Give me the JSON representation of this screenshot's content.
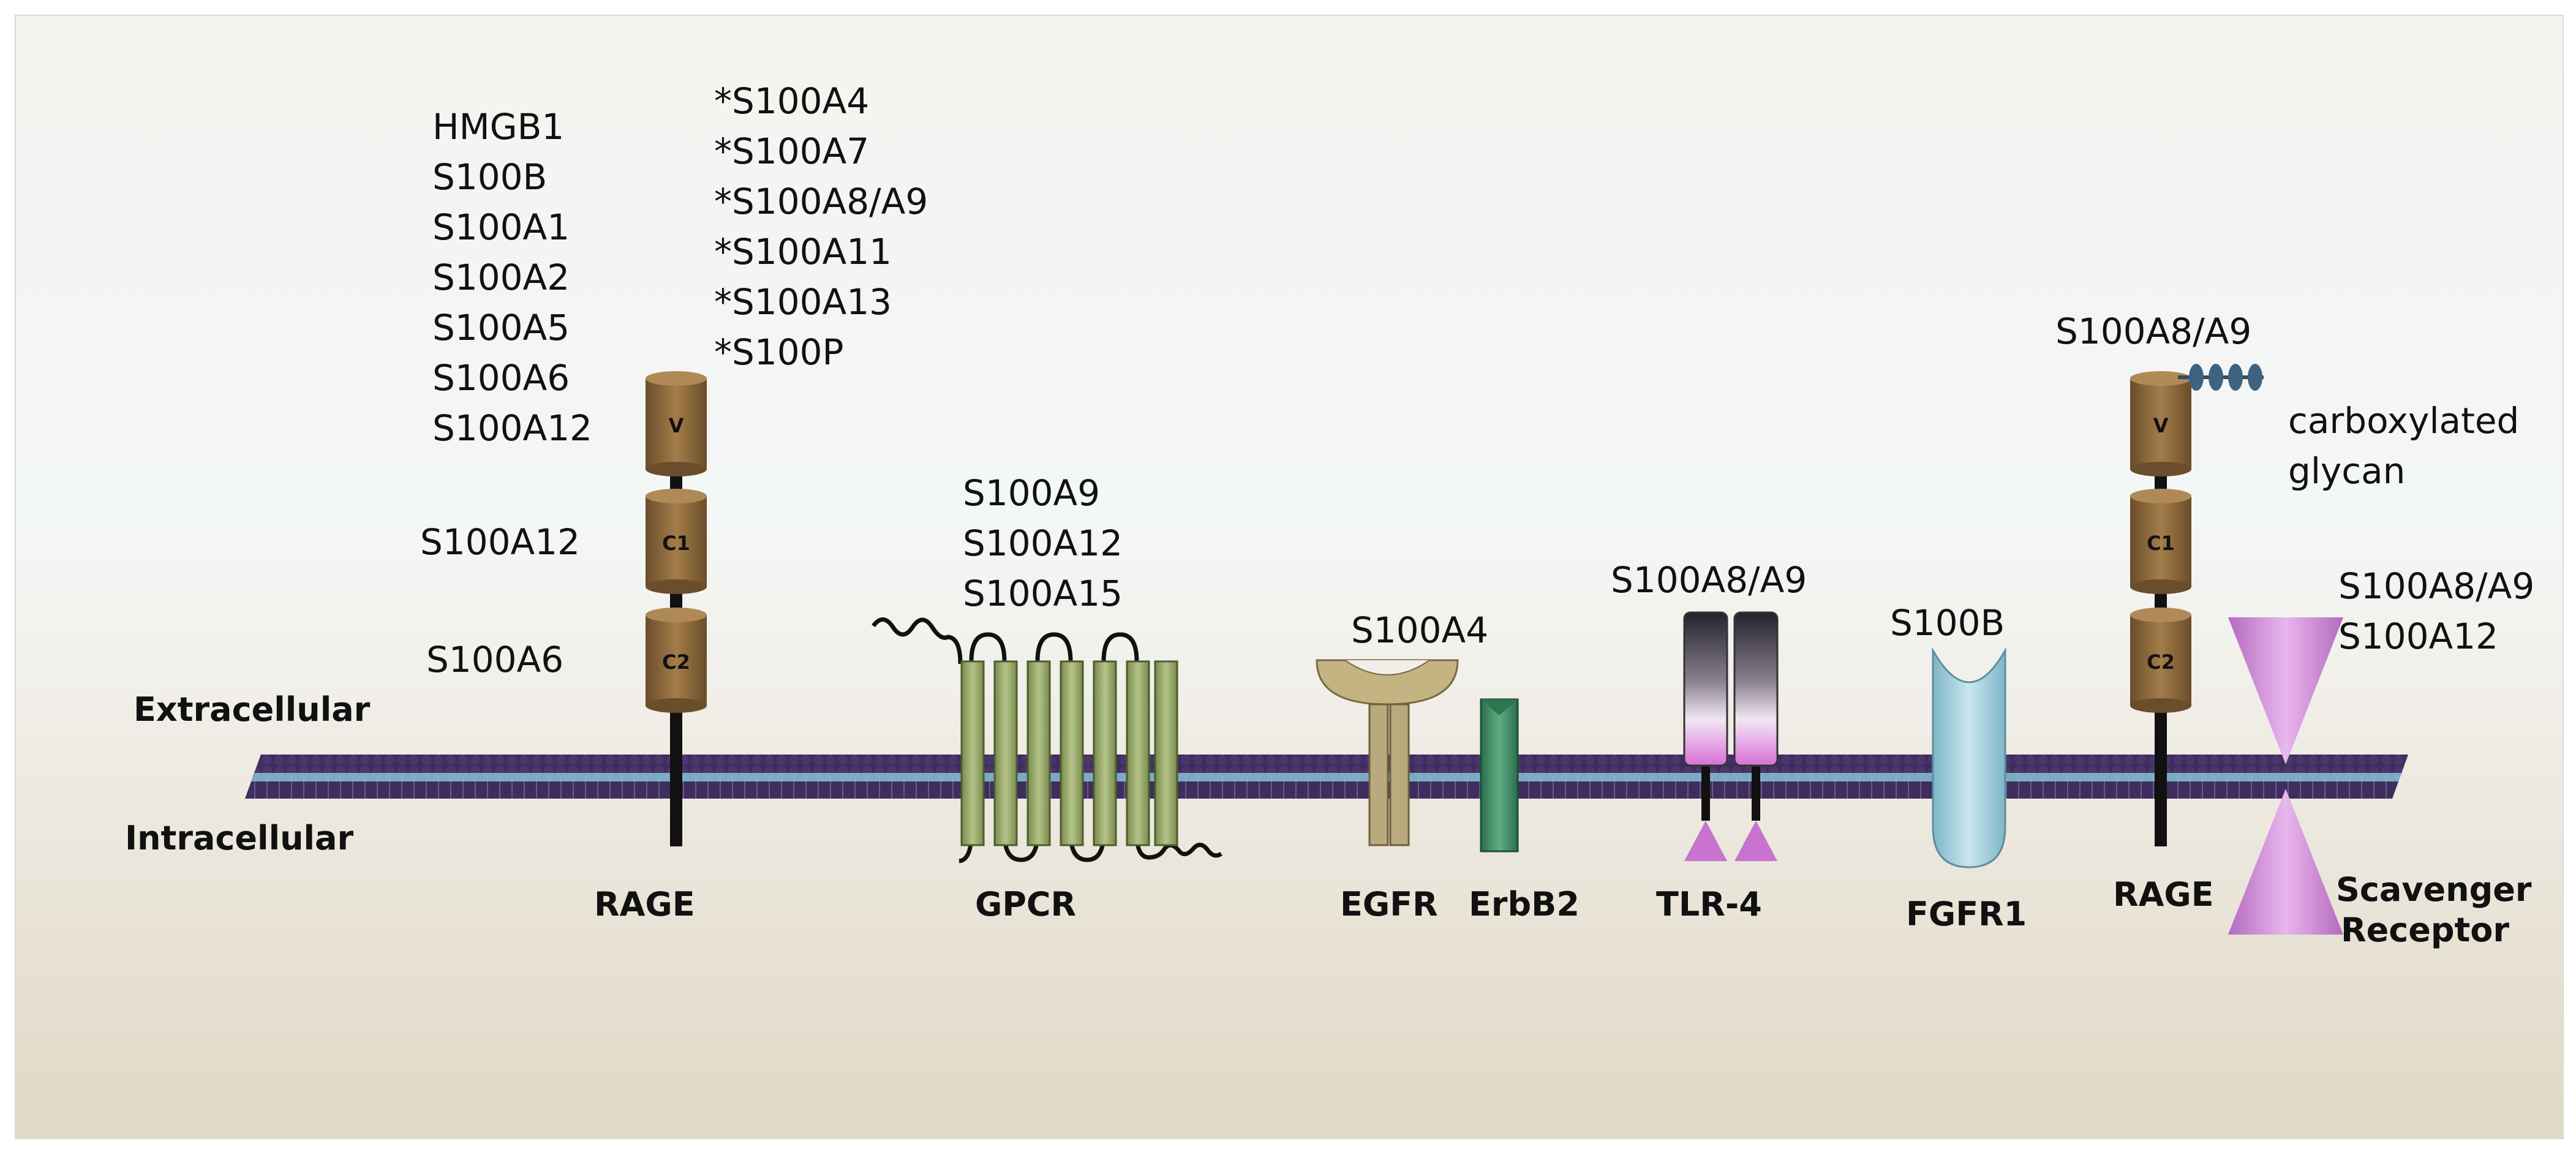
{
  "labels": {
    "extracellular": "Extracellular",
    "intracellular": "Intracellular",
    "carboxylated_glycan": [
      "carboxylated",
      "glycan"
    ]
  },
  "receptors": {
    "rage_left": {
      "name": "RAGE",
      "domains": [
        "V",
        "C1",
        "C2"
      ],
      "ligands_v": [
        "HMGB1",
        "S100B",
        "S100A1",
        "S100A2",
        "S100A5",
        "S100A6",
        "S100A12"
      ],
      "ligands_v_starred": [
        "*S100A4",
        "*S100A7",
        "*S100A8/A9",
        "*S100A11",
        "*S100A13",
        "*S100P"
      ],
      "ligand_c1": "S100A12",
      "ligand_c2": "S100A6"
    },
    "gpcr": {
      "name": "GPCR",
      "ligands": [
        "S100A9",
        "S100A12",
        "S100A15"
      ]
    },
    "egfr": {
      "name": "EGFR",
      "ligand": "S100A4"
    },
    "erbb2": {
      "name": "ErbB2"
    },
    "tlr4": {
      "name": "TLR-4",
      "ligand": "S100A8/A9"
    },
    "fgfr1": {
      "name": "FGFR1",
      "ligand": "S100B"
    },
    "rage_right": {
      "name": "RAGE",
      "domains": [
        "V",
        "C1",
        "C2"
      ],
      "ligand": "S100A8/A9"
    },
    "scavenger": {
      "name": [
        "Scavenger",
        "Receptor"
      ],
      "ligands": [
        "S100A8/A9",
        "S100A12"
      ]
    }
  },
  "colors": {
    "background_top": "#f5f4f1",
    "background_mid": "#f4f7f6",
    "background_bottom": "#e2d9c7",
    "membrane_purple": "#4d3a70",
    "membrane_core": "#7ab8c8",
    "rage_domain": "#8f6a3c",
    "gpcr_helix": "#9aab6a",
    "egfr": "#c7b98b",
    "erbb2": "#3e8a62",
    "tlr4_top": "#2a2a34",
    "tlr4_bottom": "#e58be0",
    "fgfr1": "#a3d1df",
    "scavenger": "#cf8fd6",
    "glycan": "#3e6280"
  }
}
